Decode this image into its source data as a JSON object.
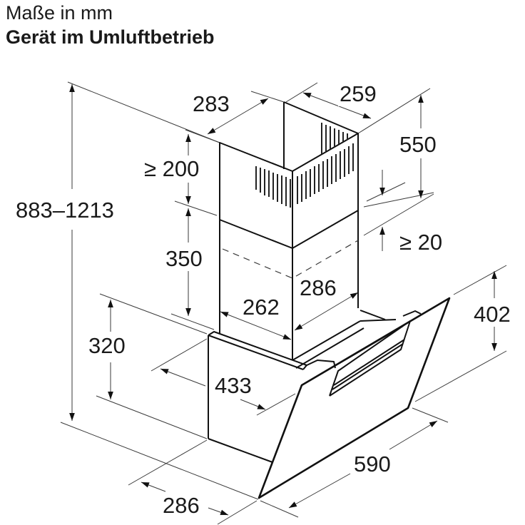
{
  "header": {
    "title": "Maße in mm",
    "subtitle": "Gerät im Umluftbetrieb"
  },
  "dimensions": {
    "total_height": "883–1213",
    "chimney_top_depth": "283",
    "chimney_top_width": "259",
    "chimney_upper_height": "550",
    "ceiling_gap_min": "≥ 200",
    "overlap_min": "≥ 20",
    "chimney_lower_height": "350",
    "chimney_front_width": "262",
    "chimney_side_depth": "286",
    "hood_back_height": "320",
    "hood_height": "402",
    "hood_depth": "433",
    "hood_base_depth": "286",
    "hood_width": "590"
  },
  "drawing": {
    "subject": "wall-mounted angled cooker hood with telescopic chimney",
    "line_color": "#111111",
    "dimension_line_color": "#3a3a3a",
    "background": "#ffffff"
  }
}
